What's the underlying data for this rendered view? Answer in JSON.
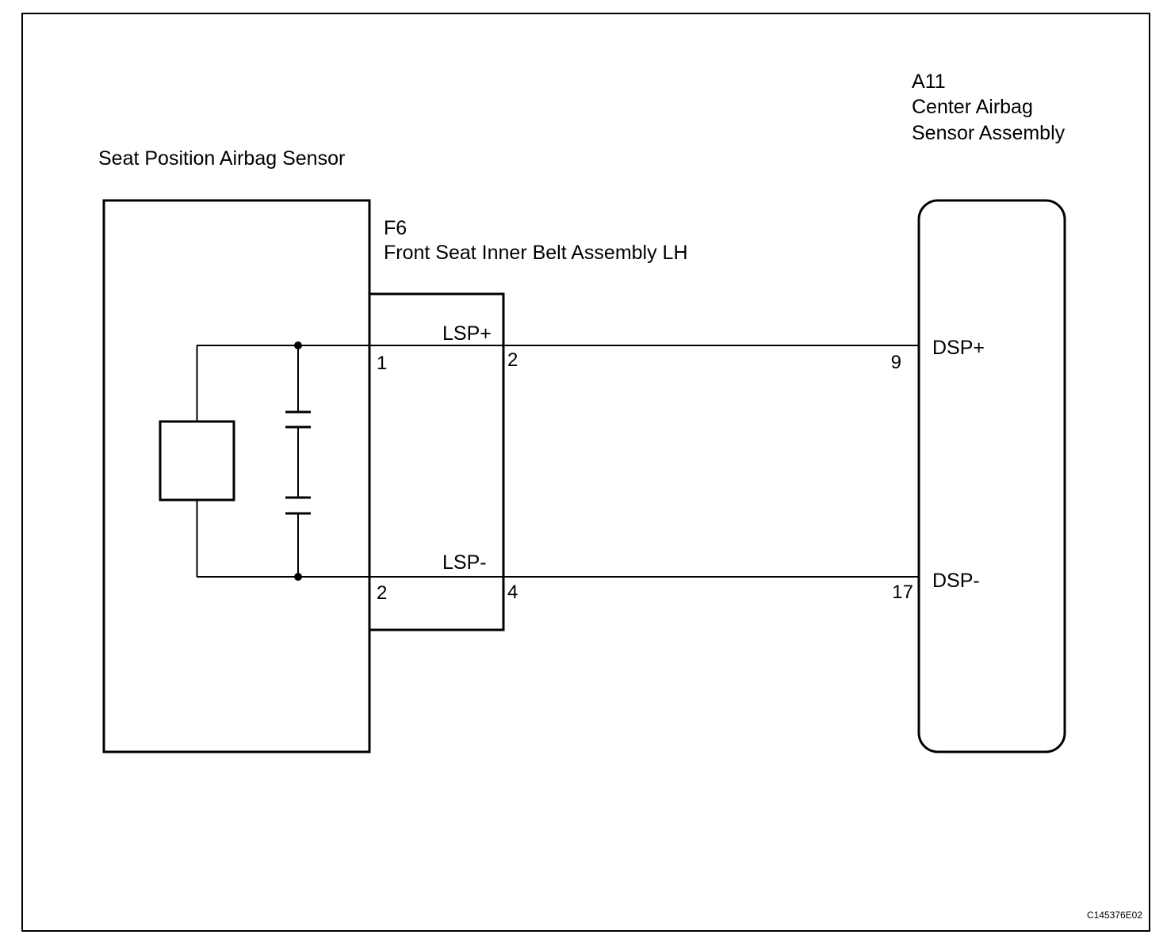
{
  "seat_sensor": {
    "title": "Seat Position Airbag Sensor"
  },
  "connector_f6": {
    "code": "F6",
    "name": "Front Seat Inner Belt Assembly LH"
  },
  "center_sensor": {
    "code": "A11",
    "name_line1": "Center Airbag",
    "name_line2": "Sensor Assembly"
  },
  "signals": {
    "lsp_plus": "LSP+",
    "lsp_minus": "LSP-",
    "dsp_plus": "DSP+",
    "dsp_minus": "DSP-"
  },
  "pins": {
    "sensor_plus": "1",
    "sensor_minus": "2",
    "belt_plus": "2",
    "belt_minus": "4",
    "center_plus": "9",
    "center_minus": "17"
  },
  "figure_ref": "C145376E02",
  "colors": {
    "line": "#000000",
    "background": "#ffffff"
  }
}
